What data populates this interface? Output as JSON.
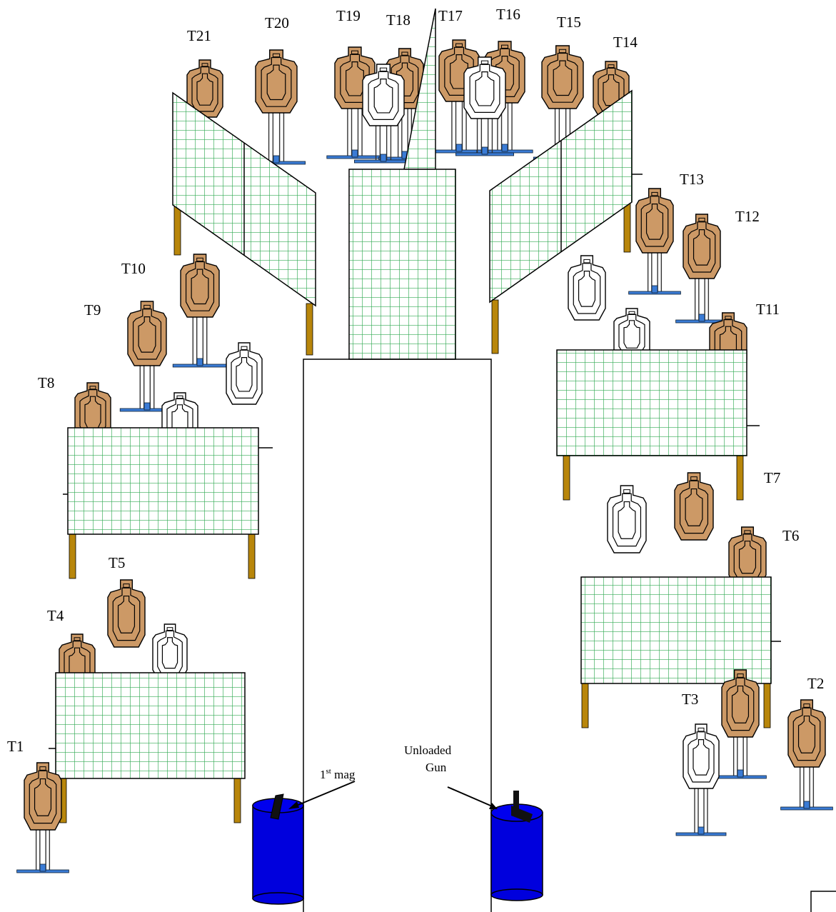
{
  "diagram": {
    "target_labels": [
      "T1",
      "T2",
      "T3",
      "T4",
      "T5",
      "T6",
      "T7",
      "T8",
      "T9",
      "T10",
      "T11",
      "T12",
      "T13",
      "T14",
      "T15",
      "T16",
      "T17",
      "T18",
      "T19",
      "T20",
      "T21"
    ],
    "mag_label": "1",
    "mag_superscript": "st",
    "mag_suffix": " mag",
    "gun_label_line1": "Unloaded",
    "gun_label_line2": "Gun",
    "colors": {
      "shoot_target": "#cc9966",
      "no_shoot_target": "#ffffff",
      "wall_grid": "#33aa55",
      "table_leg": "#b8860b",
      "barrel": "#0000dd",
      "stand_base": "#3a7bd5"
    }
  }
}
